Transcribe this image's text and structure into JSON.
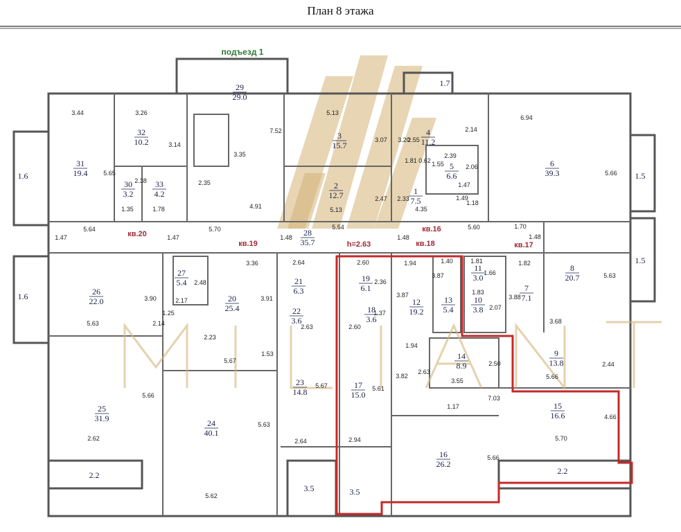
{
  "title": "План 8 этажа",
  "entrance": "подъезд 1",
  "height_label": "h=2.63",
  "watermark": "MILIANT",
  "colors": {
    "highlight": "#c62828",
    "watermark": "#d3b277",
    "wall": "#555555",
    "label": "#1a1f4a",
    "apartment": "#a12a35",
    "entrance": "#2d7a36"
  },
  "apartments": [
    {
      "id": "kv20",
      "label": "кв.20"
    },
    {
      "id": "kv19",
      "label": "кв.19"
    },
    {
      "id": "kv18",
      "label": "кв.18"
    },
    {
      "id": "kv17",
      "label": "кв.17"
    },
    {
      "id": "kv16",
      "label": "кв.16"
    }
  ],
  "rooms": [
    {
      "n": "1",
      "a": "7.5"
    },
    {
      "n": "2",
      "a": "12.7"
    },
    {
      "n": "3",
      "a": "15.7"
    },
    {
      "n": "4",
      "a": "11.2"
    },
    {
      "n": "5",
      "a": "6.6"
    },
    {
      "n": "6",
      "a": "39.3"
    },
    {
      "n": "7",
      "a": "7.1"
    },
    {
      "n": "8",
      "a": "20.7"
    },
    {
      "n": "9",
      "a": "13.8"
    },
    {
      "n": "10",
      "a": "3.8"
    },
    {
      "n": "11",
      "a": "3.0"
    },
    {
      "n": "12",
      "a": "19.2"
    },
    {
      "n": "13",
      "a": "5.4"
    },
    {
      "n": "14",
      "a": "8.9"
    },
    {
      "n": "15",
      "a": "16.6"
    },
    {
      "n": "16",
      "a": "26.2"
    },
    {
      "n": "17",
      "a": "15.0"
    },
    {
      "n": "18",
      "a": "3.6"
    },
    {
      "n": "19",
      "a": "6.1"
    },
    {
      "n": "20",
      "a": "25.4"
    },
    {
      "n": "21",
      "a": "6.3"
    },
    {
      "n": "22",
      "a": "3.6"
    },
    {
      "n": "23",
      "a": "14.8"
    },
    {
      "n": "24",
      "a": "40.1"
    },
    {
      "n": "25",
      "a": "31.9"
    },
    {
      "n": "26",
      "a": "22.0"
    },
    {
      "n": "27",
      "a": "5.4"
    },
    {
      "n": "28",
      "a": "35.7"
    },
    {
      "n": "29",
      "a": "29.0"
    },
    {
      "n": "30",
      "a": "3.2"
    },
    {
      "n": "31",
      "a": "19.4"
    },
    {
      "n": "32",
      "a": "10.2"
    },
    {
      "n": "33",
      "a": "4.2"
    }
  ],
  "balconies": [
    "1.6",
    "1.6",
    "1.5",
    "1.5",
    "2.2",
    "2.2",
    "3.5",
    "3.5",
    "1.7"
  ],
  "dimensions": [
    "3.44",
    "3.26",
    "5.13",
    "6.94",
    "3.14",
    "5.65",
    "2.38",
    "1.35",
    "1.78",
    "2.35",
    "3.35",
    "7.52",
    "4.91",
    "3.07",
    "3.20",
    "2.55",
    "2.14",
    "2.39",
    "1.81",
    "0.62",
    "1.55",
    "2.06",
    "1.47",
    "1.49",
    "1.18",
    "2.47",
    "2.33",
    "4.35",
    "5.13",
    "5.66",
    "5.64",
    "1.47",
    "1.47",
    "5.70",
    "1.48",
    "5.54",
    "5.60",
    "1.70",
    "1.48",
    "1.48",
    "3.36",
    "2.64",
    "2.60",
    "1.94",
    "1.40",
    "1.81",
    "1.66",
    "1.82",
    "2.48",
    "2.17",
    "3.91",
    "3.87",
    "2.36",
    "3.87",
    "1.83",
    "2.07",
    "3.88",
    "5.63",
    "3.90",
    "2.14",
    "1.25",
    "2.63",
    "2.60",
    "1.37",
    "3.68",
    "5.63",
    "2.23",
    "1.94",
    "5.67",
    "1.53",
    "3.82",
    "2.63",
    "2.50",
    "2.44",
    "5.66",
    "3.55",
    "5.66",
    "5.67",
    "5.61",
    "1.17",
    "7.03",
    "5.63",
    "2.62",
    "2.64",
    "2.94",
    "4.66",
    "5.66",
    "5.70",
    "5.62"
  ]
}
